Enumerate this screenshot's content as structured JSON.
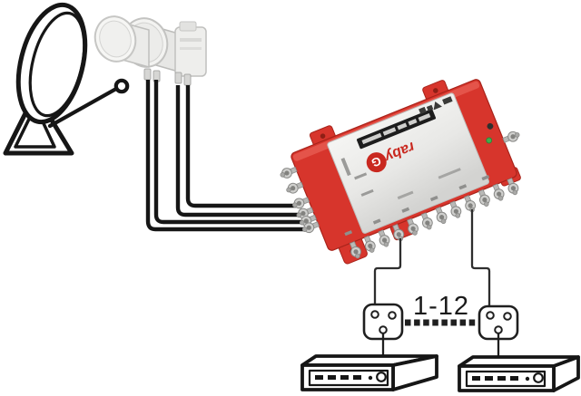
{
  "diagram": {
    "range_label": "1-12",
    "brand": {
      "initial": "G",
      "rest": "raby",
      "full": "Graby"
    },
    "colors": {
      "accent_red": "#d7352c",
      "dark_red": "#a8241b",
      "logo_red": "#c9281f",
      "line_black": "#161616",
      "cable_gray": "#2e2e2e",
      "silver_light": "#f2f2f0",
      "silver_dark": "#d6d6d4",
      "led_green": "#3fae4b"
    },
    "icons": [
      "satellite-dish-icon",
      "lnb-icon",
      "multiswitch-device",
      "f-connector-icon",
      "wall-outlet-icon",
      "receiver-icon",
      "dotted-range-icon"
    ]
  }
}
